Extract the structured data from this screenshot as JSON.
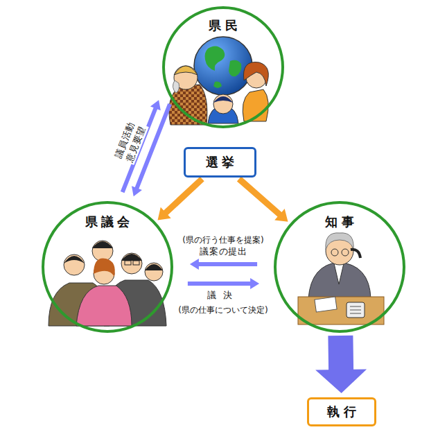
{
  "diagram": {
    "nodes": [
      {
        "text": [
          "県民"
        ]
      },
      {
        "text": [
          "選挙"
        ]
      },
      {
        "text": [
          "県議会"
        ]
      },
      {
        "text": [
          "知事"
        ]
      },
      {
        "text": [
          "執行"
        ]
      }
    ],
    "edges": [
      {
        "from": 1,
        "to": 2,
        "arrow": "to"
      },
      {
        "from": 1,
        "to": 3,
        "arrow": "to"
      },
      {
        "from": 3,
        "to": 4,
        "arrow": "to"
      },
      {
        "from": 3,
        "to": 2,
        "label": "議案の提出",
        "arrow": "to"
      },
      {
        "from": 2,
        "to": 3,
        "label": "議決",
        "arrow": "to"
      },
      {
        "from": 2,
        "to": 0,
        "label": "議員活動",
        "arrow": "to"
      },
      {
        "from": 0,
        "to": 2,
        "label": "意見要望",
        "arrow": "to"
      }
    ],
    "labels": [
      "(県の行う仕事を提案)",
      "(県の仕事について決定)"
    ]
  }
}
